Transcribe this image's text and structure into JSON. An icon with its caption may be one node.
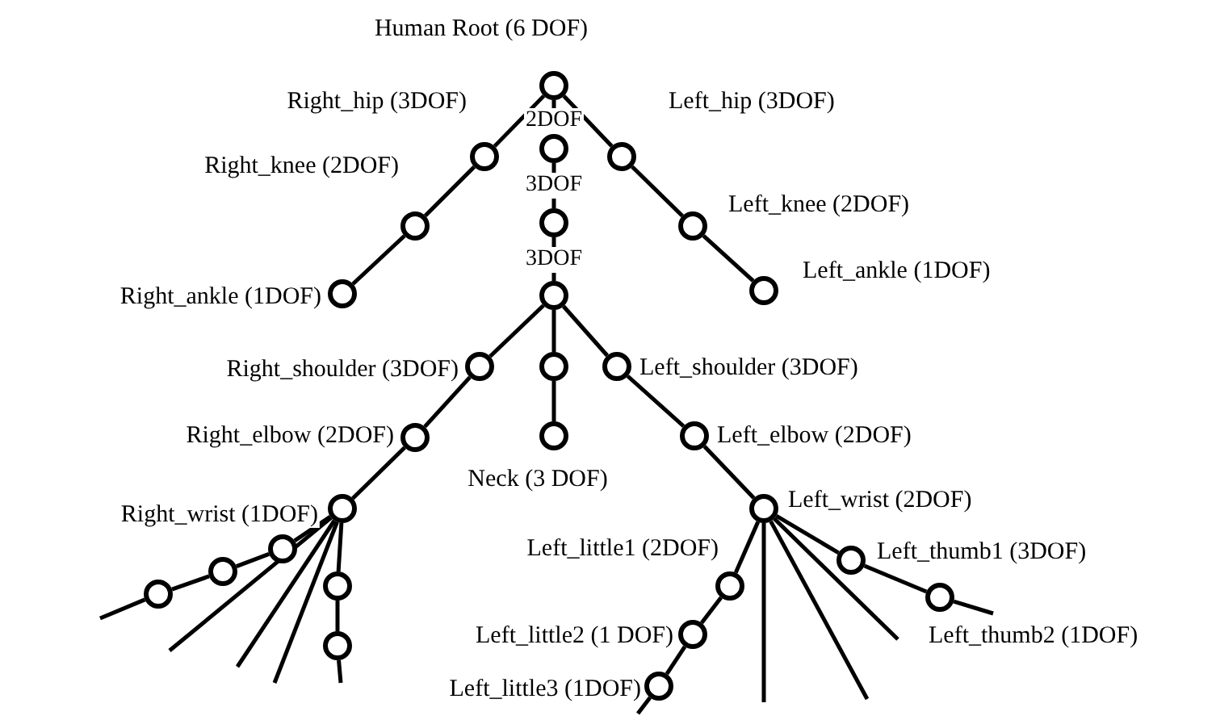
{
  "diagram": {
    "nodes": [
      {
        "text": [],
        "shape": "circle",
        "beside": [
          "Human Root (6 DOF)"
        ]
      },
      {
        "text": [],
        "shape": "circle",
        "beside": [
          "Right_hip (3DOF)"
        ]
      },
      {
        "text": [],
        "shape": "circle",
        "beside": [
          "2DOF"
        ]
      },
      {
        "text": [],
        "shape": "circle",
        "beside": [
          "Left_hip (3DOF)"
        ]
      },
      {
        "text": [],
        "shape": "circle",
        "beside": [
          "Right_knee (2DOF)"
        ]
      },
      {
        "text": [],
        "shape": "circle",
        "beside": [
          "3DOF"
        ]
      },
      {
        "text": [],
        "shape": "circle",
        "beside": [
          "Left_knee (2DOF)"
        ]
      },
      {
        "text": [],
        "shape": "circle",
        "beside": [
          "3DOF"
        ]
      },
      {
        "text": [],
        "shape": "circle",
        "beside": [
          "Right_ankle (1DOF)"
        ]
      },
      {
        "text": [],
        "shape": "circle",
        "beside": [
          "Left_ankle (1DOF)"
        ]
      },
      {
        "text": [],
        "shape": "circle",
        "beside": [
          "Right_shoulder (3DOF)"
        ]
      },
      {
        "text": [],
        "shape": "circle"
      },
      {
        "text": [],
        "shape": "circle",
        "beside": [
          "Left_shoulder (3DOF)"
        ]
      },
      {
        "text": [],
        "shape": "circle",
        "beside": [
          "Right_elbow (2DOF)"
        ]
      },
      {
        "text": [],
        "shape": "circle",
        "beside": [
          "Neck (3 DOF)"
        ]
      },
      {
        "text": [],
        "shape": "circle",
        "beside": [
          "Left_elbow (2DOF)"
        ]
      },
      {
        "text": [],
        "shape": "circle",
        "beside": [
          "Right_wrist (1DOF)"
        ]
      },
      {
        "text": [],
        "shape": "circle",
        "beside": [
          "Left_wrist (2DOF)"
        ]
      },
      {
        "text": [],
        "shape": "circle"
      },
      {
        "text": [],
        "shape": "circle"
      },
      {
        "text": [],
        "shape": "circle"
      },
      {
        "text": [],
        "shape": "circle"
      },
      {
        "text": [],
        "shape": "circle"
      },
      {
        "text": [],
        "shape": "circle",
        "beside": [
          "Left_little1 (2DOF)"
        ]
      },
      {
        "text": [],
        "shape": "circle",
        "beside": [
          "Left_thumb1 (3DOF)"
        ]
      },
      {
        "text": [],
        "shape": "circle",
        "beside": [
          "Left_little2 (1 DOF)"
        ]
      },
      {
        "text": [],
        "shape": "circle",
        "beside": [
          "Left_thumb2 (1DOF)"
        ]
      },
      {
        "text": [],
        "shape": "circle",
        "beside": [
          "Left_little3 (1DOF)"
        ]
      }
    ],
    "edges": [
      {
        "from": 0,
        "to": 1,
        "arrow": "none"
      },
      {
        "from": 0,
        "to": 2,
        "arrow": "none"
      },
      {
        "from": 0,
        "to": 3,
        "arrow": "none"
      },
      {
        "from": 1,
        "to": 4,
        "arrow": "none"
      },
      {
        "from": 2,
        "to": 5,
        "arrow": "none"
      },
      {
        "from": 3,
        "to": 6,
        "arrow": "none"
      },
      {
        "from": 4,
        "to": 8,
        "arrow": "none"
      },
      {
        "from": 5,
        "to": 7,
        "arrow": "none"
      },
      {
        "from": 6,
        "to": 9,
        "arrow": "none"
      },
      {
        "from": 7,
        "to": 10,
        "arrow": "none"
      },
      {
        "from": 7,
        "to": 11,
        "arrow": "none"
      },
      {
        "from": 7,
        "to": 12,
        "arrow": "none"
      },
      {
        "from": 11,
        "to": 14,
        "arrow": "none"
      },
      {
        "from": 10,
        "to": 13,
        "arrow": "none"
      },
      {
        "from": 12,
        "to": 15,
        "arrow": "none"
      },
      {
        "from": 13,
        "to": 16,
        "arrow": "none"
      },
      {
        "from": 15,
        "to": 17,
        "arrow": "none"
      },
      {
        "from": 16,
        "to": 18,
        "arrow": "none"
      },
      {
        "from": 18,
        "to": 19,
        "arrow": "none"
      },
      {
        "from": 19,
        "to": 20,
        "arrow": "none"
      },
      {
        "from": 20,
        "to": null,
        "arrow": "none"
      },
      {
        "from": 16,
        "to": null,
        "arrow": "none"
      },
      {
        "from": 16,
        "to": null,
        "arrow": "none"
      },
      {
        "from": 16,
        "to": null,
        "arrow": "none"
      },
      {
        "from": 16,
        "to": 21,
        "arrow": "none"
      },
      {
        "from": 21,
        "to": 22,
        "arrow": "none"
      },
      {
        "from": 22,
        "to": null,
        "arrow": "none"
      },
      {
        "from": 17,
        "to": 23,
        "arrow": "none"
      },
      {
        "from": 23,
        "to": 25,
        "arrow": "none"
      },
      {
        "from": 25,
        "to": 27,
        "arrow": "none"
      },
      {
        "from": 27,
        "to": null,
        "arrow": "none"
      },
      {
        "from": 17,
        "to": null,
        "arrow": "none"
      },
      {
        "from": 17,
        "to": null,
        "arrow": "none"
      },
      {
        "from": 17,
        "to": null,
        "arrow": "none"
      },
      {
        "from": 17,
        "to": 24,
        "arrow": "none"
      },
      {
        "from": 24,
        "to": 26,
        "arrow": "none"
      },
      {
        "from": 26,
        "to": null,
        "arrow": "none"
      }
    ]
  }
}
